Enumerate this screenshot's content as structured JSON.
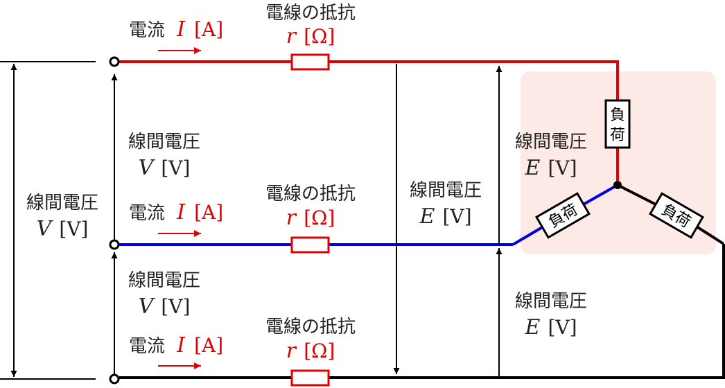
{
  "colors": {
    "line_a": "#e00000",
    "line_b": "#0000dd",
    "line_c": "#000000",
    "load_zone": "#fde9e6",
    "accent_text": "#e00000"
  },
  "labels": {
    "current_word": "電流",
    "current_symbol": "I",
    "current_unit": "[A]",
    "resistance_word": "電線の抵抗",
    "resistance_symbol": "r",
    "resistance_unit": "[Ω]",
    "line_voltage_word": "線間電圧",
    "source_voltage_symbol": "V",
    "source_voltage_unit": "[V]",
    "load_voltage_symbol": "E",
    "load_voltage_unit": "[V]",
    "load_text": "負荷",
    "load_char_1": "負",
    "load_char_2": "荷"
  }
}
